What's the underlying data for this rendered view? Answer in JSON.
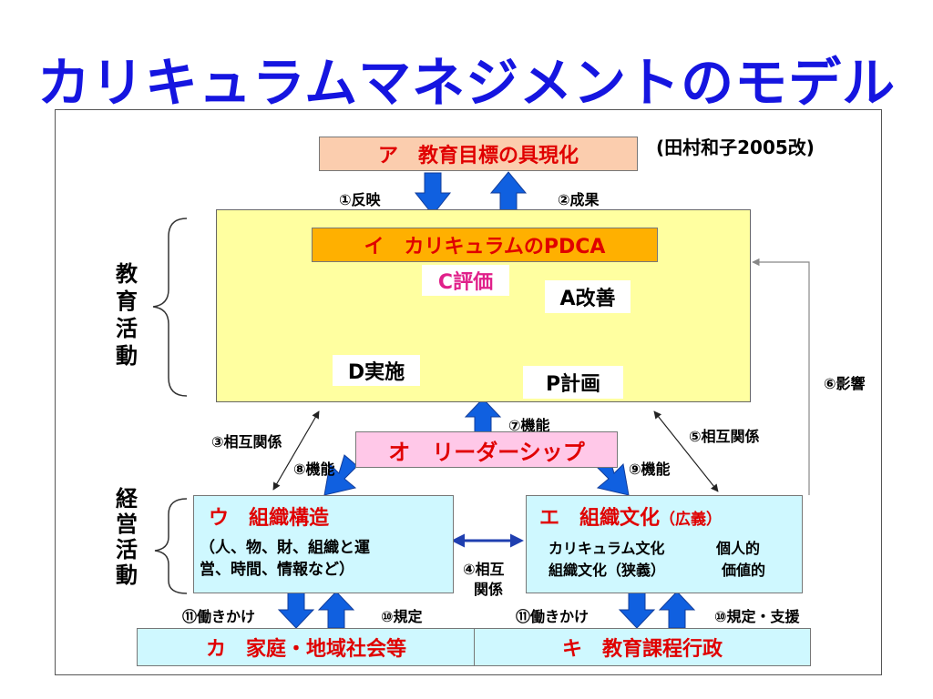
{
  "title": "カリキュラムマネジメントのモデル",
  "citation": "(田村和子2005改)",
  "boxes": {
    "a": "ア　教育目標の具現化",
    "i": "イ　カリキュラムのPDCA",
    "o": "オ　リーダーシップ",
    "u": "ウ　組織構造",
    "u_detail_1": "（人、物、財、組織と運",
    "u_detail_2": "営、時間、情報など）",
    "e": "エ　組織文化",
    "e_sub": "（広義）",
    "e_detail_1": "カリキュラム文化",
    "e_detail_2": "組織文化（狭義）",
    "e_detail_3": "個人的",
    "e_detail_4": "価値的",
    "ka": "カ　家庭・地域社会等",
    "ki": "キ　教育課程行政"
  },
  "pdca": {
    "c": "C評価",
    "a": "A改善",
    "d": "D実施",
    "p": "P計画"
  },
  "arrows": {
    "hanei": "①反映",
    "seika": "②成果",
    "sougo3": "③相互関係",
    "sougo4_1": "④相互",
    "sougo4_2": "関係",
    "sougo5": "⑤相互関係",
    "eikyo": "⑥影響",
    "kino7": "⑦機能",
    "kino8": "⑧機能",
    "kino9": "⑨機能",
    "kitei10a": "⑩規定",
    "kitei10b": "⑩規定・支援",
    "hataraki11a": "⑪働きかけ",
    "hataraki11b": "⑪働きかけ"
  },
  "sides": {
    "kyoiku": [
      "教",
      "育",
      "活",
      "動"
    ],
    "keiei": [
      "経",
      "営",
      "活",
      "動"
    ]
  },
  "colors": {
    "title": "#1515e0",
    "blue_arrow": "#1060e0",
    "cycle": "#e82020"
  }
}
